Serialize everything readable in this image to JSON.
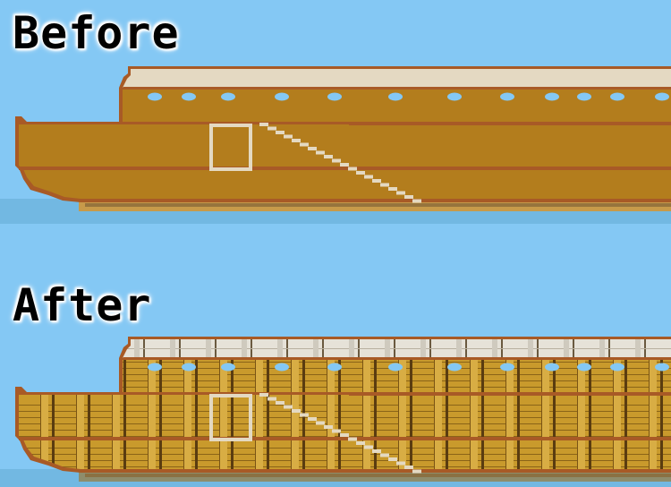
{
  "labels": {
    "before": "Before",
    "after": "After"
  },
  "colors": {
    "sky": "#84c8f4",
    "water": "#72b8e2",
    "hull": "#b37d1d",
    "outline": "#a85a26",
    "deck_trim": "#e4d9c2",
    "porthole": "#84c8f4",
    "wood_texture": "#c99a2c",
    "wood_dark": "#5a3c10"
  },
  "scenes": [
    {
      "name": "before",
      "style": "flat-color"
    },
    {
      "name": "after",
      "style": "wood-texture"
    }
  ]
}
